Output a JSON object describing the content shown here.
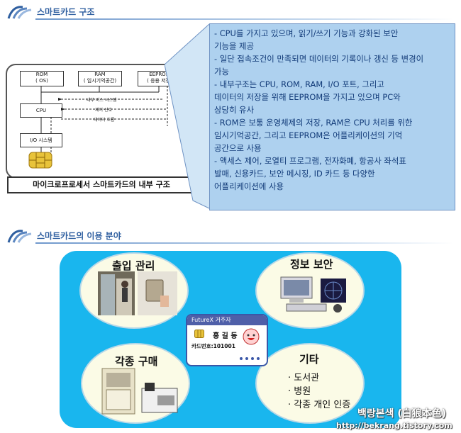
{
  "section1": {
    "title": "스마트카드 구조"
  },
  "diagram": {
    "rom_label": "ROM",
    "rom_sub": "( OS)",
    "ram_label": "RAM",
    "ram_sub": "( 임시기억공간)",
    "eeprom_label": "EEPROM",
    "eeprom_sub": "( 응용 저장)",
    "cpu_label": "CPU",
    "io_label": "I/O 시스템",
    "bus_label": "내부 버스 시스템",
    "ctrl_label": "제어 신호",
    "flow_label": "데이터 흐름",
    "caption": "마이크로프로세서 스마트카드의 내부 구조"
  },
  "info": {
    "lines": [
      "- CPU를 가지고 있으며, 읽기/쓰기 기능과 강화된 보안",
      "  기능을 제공",
      "- 일단 접속조건이 만족되면 데이터의 기록이나 갱신 등 변경이",
      "  가능",
      "- 내부구조는 CPU, ROM, RAM, I/O 포트, 그리고",
      "  데이터의 저장을 위해 EEPROM을 가지고 있으며 PC와",
      "  상당히 유사",
      "-  ROM은 보통 운영체제의 저장, RAM은 CPU 처리를 위한",
      "  임시기억공간, 그리고 EEPROM은 어플리케이션의 기억",
      "  공간으로 사용",
      "-  액세스 제어, 로열티 프로그램, 전자화폐, 항공사 좌석표",
      "  발매, 신용카드, 보안 메시징, ID 카드 등 다양한",
      "  어플리케이션에 사용"
    ]
  },
  "section2": {
    "title": "스마트카드의 이용 분야"
  },
  "usage": {
    "access": "출입 관리",
    "security": "정보 보안",
    "purchase": "각종 구매",
    "etc": "기타",
    "etc_items": [
      "· 도서관",
      "· 병원",
      "· 각종 개인 인증"
    ]
  },
  "card": {
    "brand": "FutureX 거주자",
    "name": "홍 길 동",
    "number": "카드번호:101001"
  },
  "watermark": {
    "line1": "백랑본색 (白狼本色)",
    "line2": "http://bekrang.tistory.com"
  },
  "colors": {
    "accent": "#2f5fa0",
    "info_bg": "#aed1ef",
    "info_text": "#113a78",
    "panel_bg": "#19b6ee",
    "oval_bg": "#fbfbe6"
  }
}
